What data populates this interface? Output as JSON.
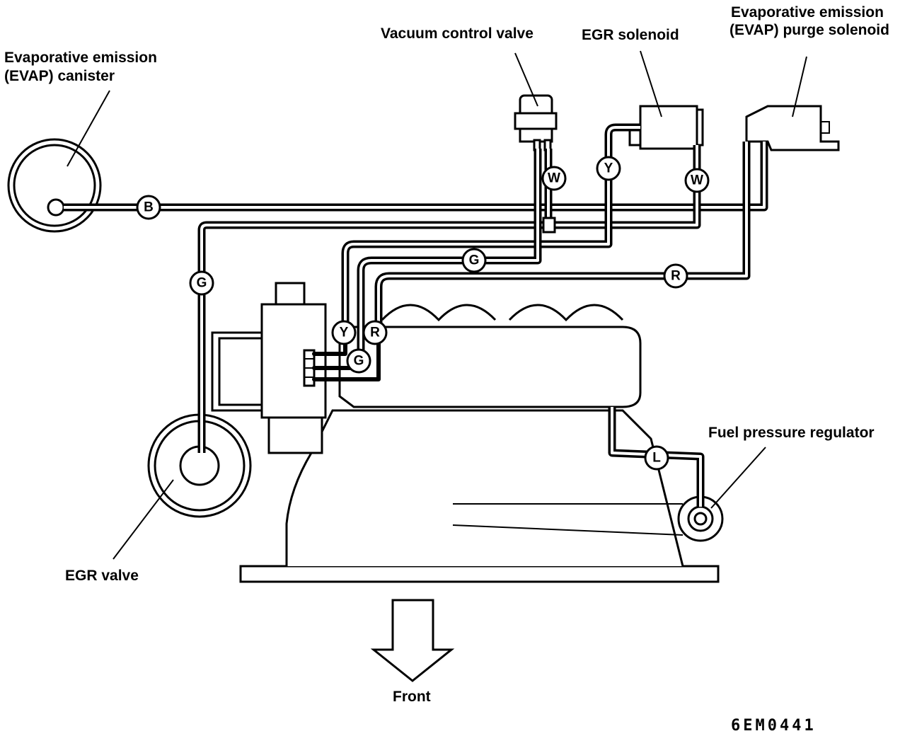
{
  "diagram": {
    "labels": {
      "evap_canister_1": "Evaporative emission",
      "evap_canister_2": "(EVAP) canister",
      "vacuum_control_valve": "Vacuum control valve",
      "egr_solenoid": "EGR solenoid",
      "evap_purge_1": "Evaporative   emission",
      "evap_purge_2": "(EVAP) purge solenoid",
      "fuel_pressure_regulator": "Fuel pressure regulator",
      "egr_valve": "EGR valve",
      "front": "Front",
      "figure_code": "6EM0441"
    },
    "hose_tags": {
      "b": "B",
      "g_left": "G",
      "w_vcv": "W",
      "y_sol": "Y",
      "w_sol": "W",
      "g_mid": "G",
      "r_right": "R",
      "y_tb": "Y",
      "r_tb": "R",
      "g_tb": "G",
      "l_fpr": "L"
    }
  }
}
